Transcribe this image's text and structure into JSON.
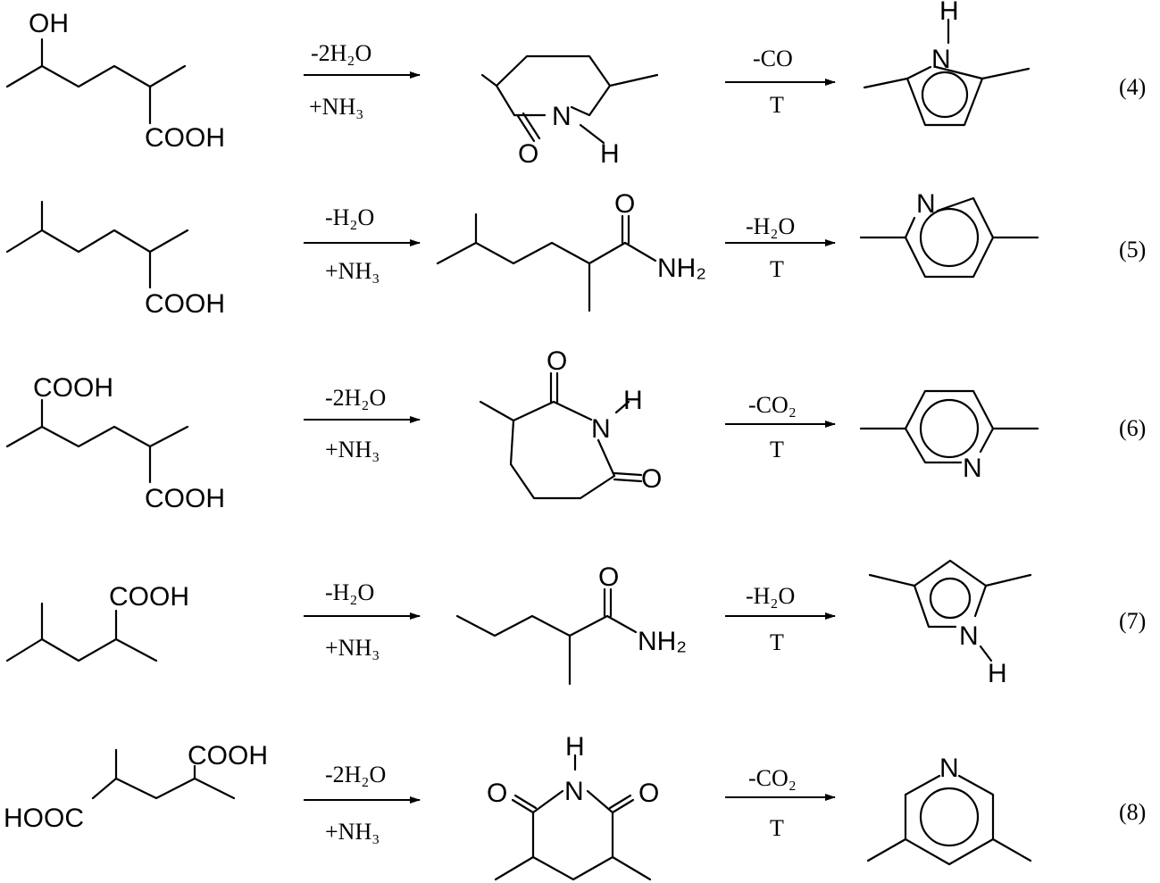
{
  "reactions": [
    {
      "number": "(4)",
      "step1": {
        "above": "-2H₂O",
        "below": "+NH₃"
      },
      "step2": {
        "above": "-CO",
        "below": "T"
      },
      "reactant_labels": {
        "oh": "OH",
        "cooh": "COOH"
      },
      "intermediate_labels": {
        "o": "O",
        "n": "N",
        "h": "H"
      },
      "product_labels": {
        "n": "N",
        "h": "H"
      }
    },
    {
      "number": "(5)",
      "step1": {
        "above": "-H₂O",
        "below": "+NH₃"
      },
      "step2": {
        "above": "-H₂O",
        "below": "T"
      },
      "reactant_labels": {
        "cooh": "COOH"
      },
      "intermediate_labels": {
        "o": "O",
        "nh2": "NH₂"
      },
      "product_labels": {
        "n": "N"
      }
    },
    {
      "number": "(6)",
      "step1": {
        "above": "-2H₂O",
        "below": "+NH₃"
      },
      "step2": {
        "above": "-CO₂",
        "below": "T"
      },
      "reactant_labels": {
        "cooh_top": "COOH",
        "cooh_bottom": "COOH"
      },
      "intermediate_labels": {
        "o_top": "O",
        "n": "N",
        "h": "H",
        "o_right": "O"
      },
      "product_labels": {
        "n": "N"
      }
    },
    {
      "number": "(7)",
      "step1": {
        "above": "-H₂O",
        "below": "+NH₃"
      },
      "step2": {
        "above": "-H₂O",
        "below": "T"
      },
      "reactant_labels": {
        "cooh": "COOH"
      },
      "intermediate_labels": {
        "o": "O",
        "nh2": "NH₂"
      },
      "product_labels": {
        "n": "N",
        "h": "H"
      }
    },
    {
      "number": "(8)",
      "step1": {
        "above": "-2H₂O",
        "below": "+NH₃"
      },
      "step2": {
        "above": "-CO₂",
        "below": "T"
      },
      "reactant_labels": {
        "hooc": "HOOC",
        "cooh": "COOH"
      },
      "intermediate_labels": {
        "h": "H",
        "n": "N",
        "o_left": "O",
        "o_right": "O"
      },
      "product_labels": {
        "n": "N"
      }
    }
  ]
}
